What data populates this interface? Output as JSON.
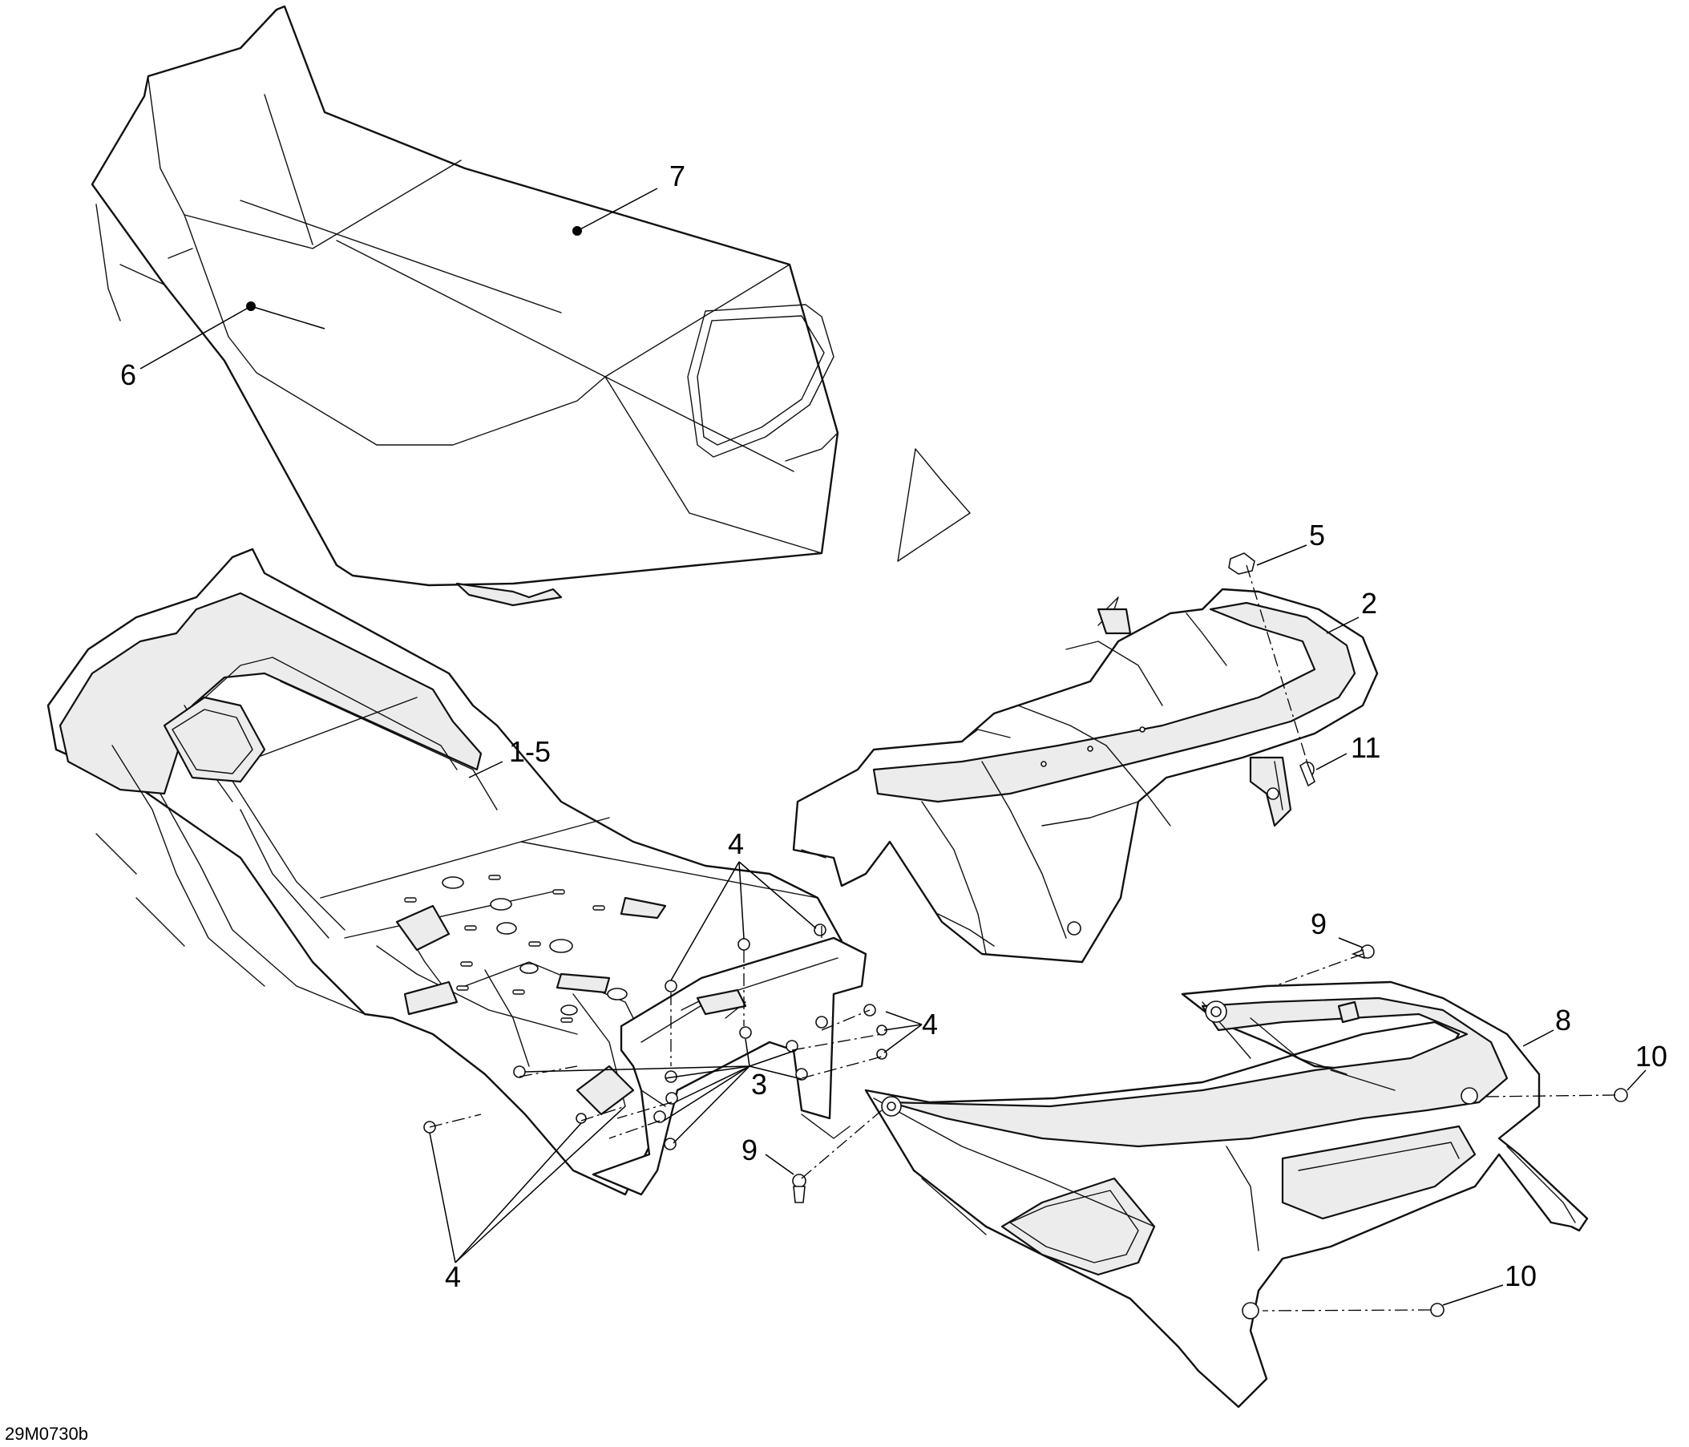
{
  "drawing_ref": "29M0730b",
  "callouts": {
    "c1_5": "1-5",
    "c2": "2",
    "c3": "3",
    "c4_top": "4",
    "c4_right": "4",
    "c4_bottom": "4",
    "c5": "5",
    "c6": "6",
    "c7": "7",
    "c8": "8",
    "c9_top": "9",
    "c9_bottom": "9",
    "c10_top": "10",
    "c10_bottom": "10",
    "c11": "11"
  }
}
